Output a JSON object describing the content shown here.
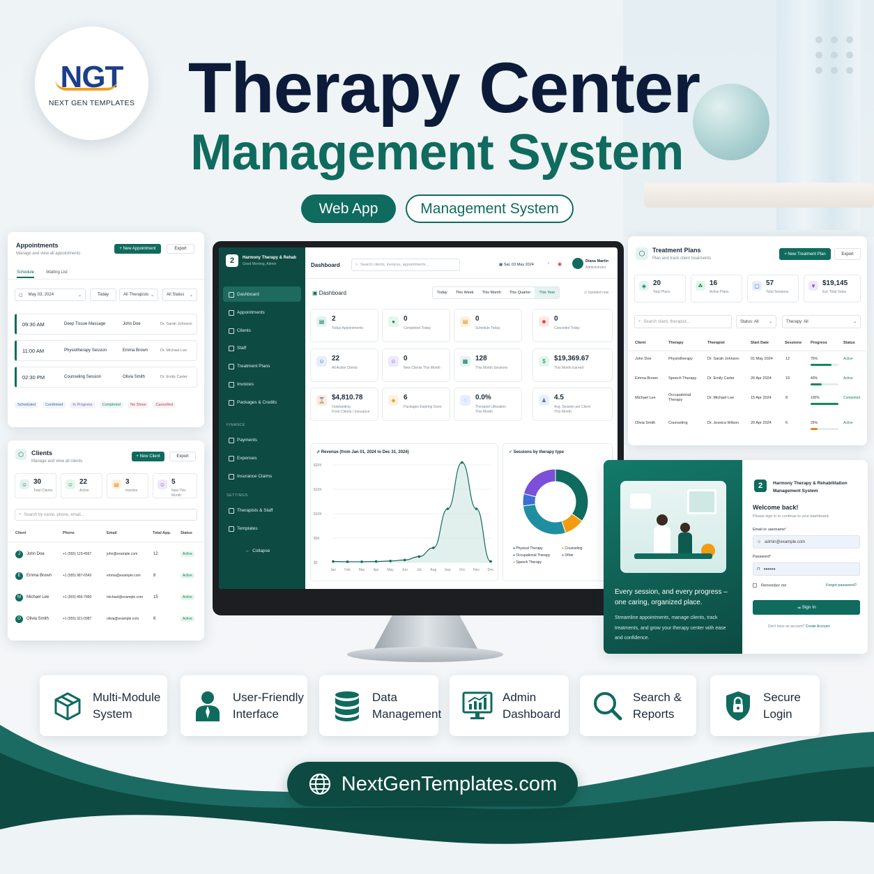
{
  "brand": {
    "logo_text": "NGT",
    "logo_sub": "NEXT GEN TEMPLATES"
  },
  "hero": {
    "title": "Therapy Center",
    "subtitle": "Management System",
    "pill_web": "Web App",
    "pill_mgmt": "Management System"
  },
  "appointments": {
    "title": "Appointments",
    "desc": "Manage and view all appointments",
    "new_btn": "+ New Appointment",
    "export_btn": "Export",
    "tabs": [
      "Schedule",
      "Waiting List"
    ],
    "date": "May 03, 2024",
    "today": "Today",
    "therapists": "All Therapists",
    "status": "All Status",
    "rows": [
      {
        "time": "09:30 AM",
        "service": "Deep Tissue Massage",
        "client": "John Doe",
        "therapist": "Dr. Sarah Johnson"
      },
      {
        "time": "11:00 AM",
        "service": "Physiotherapy Session",
        "client": "Emma Brown",
        "therapist": "Dr. Michael Lee"
      },
      {
        "time": "02:30 PM",
        "service": "Counseling Session",
        "client": "Olivia Smith",
        "therapist": "Dr. Emily Carter"
      }
    ],
    "legend": [
      "Scheduled",
      "Confirmed",
      "In Progress",
      "Completed",
      "No Show",
      "Cancelled"
    ]
  },
  "clients": {
    "title": "Clients",
    "desc": "Manage and view all clients",
    "new_btn": "+ New Client",
    "export_btn": "Export",
    "search": "Search by name, phone, email...",
    "stats": [
      {
        "v": "30",
        "l": "Total Clients"
      },
      {
        "v": "22",
        "l": "Active"
      },
      {
        "v": "3",
        "l": "Inactive"
      },
      {
        "v": "5",
        "l": "New This Month"
      }
    ],
    "cols": [
      "Client",
      "Phone",
      "Email",
      "Total App.",
      "Status"
    ],
    "rows": [
      {
        "n": "John Doe",
        "p": "+1 (555) 123-4567",
        "e": "john@example.com",
        "t": "12",
        "s": "Active"
      },
      {
        "n": "Emma Brown",
        "p": "+1 (555) 987-6543",
        "e": "emma@example.com",
        "t": "8",
        "s": "Active"
      },
      {
        "n": "Michael Lee",
        "p": "+1 (555) 456-7890",
        "e": "michael@example.com",
        "t": "15",
        "s": "Active"
      },
      {
        "n": "Olivia Smith",
        "p": "+1 (555) 321-0987",
        "e": "olivia@example.com",
        "t": "6",
        "s": "Active"
      }
    ]
  },
  "dash": {
    "org": "Harmony Therapy & Rehab",
    "greet": "Good Morning, Admin",
    "logo_num": "2",
    "header": "Dashboard",
    "search": "Search clients, invoices, appointments...",
    "date": "Sat, 03 May 2024",
    "user": "Diana Martin",
    "role": "Administrator",
    "nav": [
      "Dashboard",
      "Appointments",
      "Clients",
      "Staff",
      "Treatment Plans",
      "Invoices",
      "Packages & Credits"
    ],
    "finance_label": "FINANCE",
    "finance": [
      "Payments",
      "Expenses",
      "Insurance Claims"
    ],
    "settings_label": "SETTINGS",
    "settings": [
      "Therapists & Staff",
      "Templates"
    ],
    "collapse": "Collapse",
    "sub_title": "Dashboard",
    "ranges": [
      "Today",
      "This Week",
      "This Month",
      "This Quarter",
      "This Year"
    ],
    "updated": "Updated now",
    "cards": [
      {
        "v": "2",
        "l": "Today Appointments"
      },
      {
        "v": "0",
        "l": "Completed Today"
      },
      {
        "v": "0",
        "l": "Schedule Today"
      },
      {
        "v": "0",
        "l": "Cancelled Today"
      },
      {
        "v": "22",
        "l": "All Active Clients"
      },
      {
        "v": "0",
        "l": "New Clients This Month"
      },
      {
        "v": "128",
        "l": "This Month Sessions"
      },
      {
        "v": "$19,369.67",
        "l": "This Month Earned"
      },
      {
        "v": "$4,810.78",
        "l": "Outstanding",
        "l2": "From Clients / Insurance"
      },
      {
        "v": "6",
        "l": "Packages Expiring Soon"
      },
      {
        "v": "0.0%",
        "l": "Therapist Utilization",
        "l2": "This Month"
      },
      {
        "v": "4.5",
        "l": "Avg. Session per Client",
        "l2": "This Month"
      }
    ],
    "rev_title": "Revenue (from Jan 01, 2024 to Dec 31, 2024)",
    "donut_title": "Sessions by therapy type",
    "donut_legend": [
      "Physical Therapy",
      "Counseling",
      "Occupational Therapy",
      "Other",
      "Speech Therapy"
    ]
  },
  "chart_data": [
    {
      "type": "area",
      "title": "Revenue (from Jan 01, 2024 to Dec 31, 2024)",
      "categories": [
        "Jan",
        "Feb",
        "Mar",
        "Apr",
        "May",
        "Jun",
        "Jul",
        "Aug",
        "Sep",
        "Oct",
        "Nov",
        "Dec"
      ],
      "values": [
        200,
        150,
        150,
        200,
        300,
        500,
        1200,
        3000,
        11000,
        20500,
        11000,
        200
      ],
      "yticks": [
        "$0",
        "$5K",
        "$10K",
        "$15K",
        "$20K"
      ],
      "ylim": [
        0,
        20000
      ]
    },
    {
      "type": "pie",
      "title": "Sessions by therapy type",
      "labels": [
        "Physical Therapy",
        "Counseling",
        "Occupational Therapy",
        "Other",
        "Speech Therapy"
      ],
      "values": [
        35,
        10,
        28,
        6,
        21
      ],
      "colors": [
        "#0f6b5d",
        "#f39c12",
        "#1f8ea0",
        "#3b6fd6",
        "#7b4fd8"
      ]
    }
  ],
  "plans": {
    "title": "Treatment Plans",
    "desc": "Plan and track client treatments",
    "new_btn": "+ New Treatment Plan",
    "export_btn": "Export",
    "stats": [
      {
        "v": "20",
        "l": "Total Plans"
      },
      {
        "v": "16",
        "l": "Active Plans"
      },
      {
        "v": "57",
        "l": "Total Sessions"
      },
      {
        "v": "$19,145",
        "l": "Est. Total Value"
      }
    ],
    "search": "Search client, therapist...",
    "status": "Status: All",
    "therapy": "Therapy: All",
    "cols": [
      "Client",
      "Therapy",
      "Therapist",
      "Start Date",
      "Sessions",
      "Progress",
      "Status"
    ],
    "rows": [
      {
        "c": "John Doe",
        "t": "Physiotherapy",
        "th": "Dr. Sarah Johnson",
        "d": "01 May 2024",
        "s": "12",
        "p": "75%",
        "pf": 0.75,
        "st": "Active"
      },
      {
        "c": "Emma Brown",
        "t": "Speech Therapy",
        "th": "Dr. Emily Carter",
        "d": "26 Apr 2024",
        "s": "10",
        "p": "40%",
        "pf": 0.4,
        "st": "Active"
      },
      {
        "c": "Michael Lee",
        "t": "Occupational Therapy",
        "th": "Dr. Michael Lee",
        "d": "15 Apr 2024",
        "s": "8",
        "p": "100%",
        "pf": 1,
        "st": "Completed"
      },
      {
        "c": "Olivia Smith",
        "t": "Counseling",
        "th": "Dr. Jessica Wilson",
        "d": "20 Apr 2024",
        "s": "6",
        "p": "25%",
        "pf": 0.25,
        "st": "Active"
      }
    ]
  },
  "login": {
    "tagline": "Every session, and every progress – one caring, organized place.",
    "desc": "Streamline appointments, manage clients, track treatments, and grow your therapy center with ease and confidence.",
    "org": "Harmony Therapy & Rehabilitation Management System",
    "welcome": "Welcome back!",
    "hint": "Please sign in to continue to your dashboard.",
    "email_label": "Email or username",
    "email_val": "admin@example.com",
    "pw_label": "Password",
    "pw_val": "••••••",
    "remember": "Remember me",
    "forgot": "Forgot password?",
    "signin": "Sign In",
    "noacc": "Don't have an account?",
    "create": "Create Account"
  },
  "features": [
    "Multi-Module System",
    "User-Friendly Interface",
    "Data Management",
    "Admin Dashboard",
    "Search & Reports",
    "Secure Login"
  ],
  "url": "NextGenTemplates.com"
}
